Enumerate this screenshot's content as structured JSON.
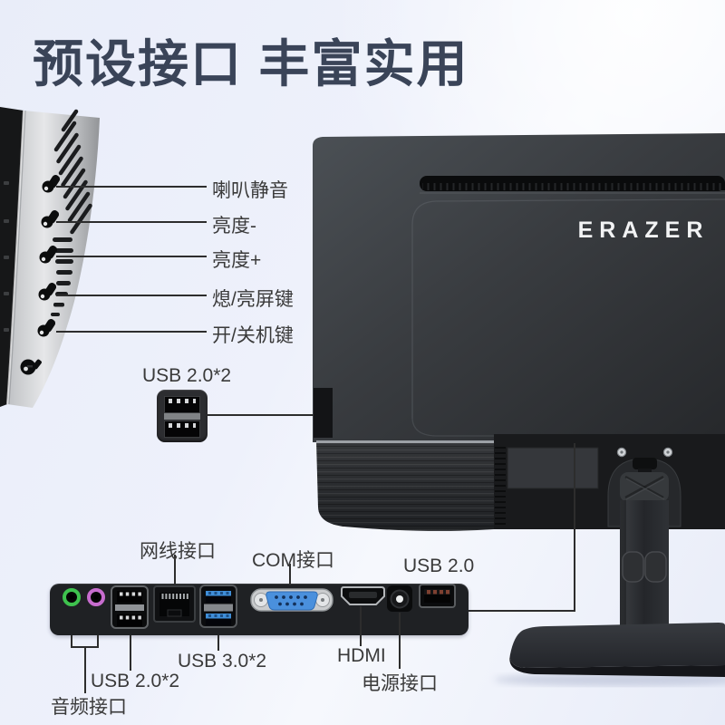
{
  "title": "预设接口 丰富实用",
  "monitor": {
    "brand": "ERAZER"
  },
  "side_controls": {
    "buttons": [
      {
        "label": "喇叭静音"
      },
      {
        "label": "亮度-"
      },
      {
        "label": "亮度+"
      },
      {
        "label": "熄/亮屏键"
      },
      {
        "label": "开/关机键"
      }
    ],
    "usb_ports_label": "USB 2.0*2"
  },
  "rear_ports": {
    "ethernet": "网线接口",
    "com": "COM接口",
    "usb20_single": "USB 2.0",
    "usb30_pair": "USB 3.0*2",
    "hdmi": "HDMI",
    "power": "电源接口",
    "usb20_pair": "USB 2.0*2",
    "audio": "音频接口"
  },
  "colors": {
    "title_text": "#3a4458",
    "background_top": "#f6f8fd",
    "background_bottom": "#e8ecf8",
    "callout_line": "#2d2d2d",
    "audio_out_green": "#3ec24e",
    "audio_mic_pink": "#c76cce",
    "usb3_blue": "#3f8ed8",
    "com_serial_blue": "#4a90dd"
  }
}
